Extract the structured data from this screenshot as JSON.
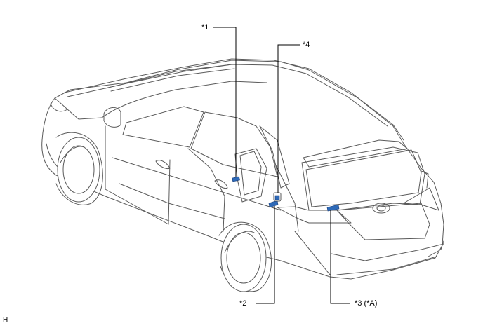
{
  "callouts": {
    "c1": "*1",
    "c2": "*2",
    "c3": "*3 (*A)",
    "c4": "*4"
  },
  "figure_code": "H",
  "colors": {
    "part_highlight": "#2e6ab8",
    "line": "#5a5a5a"
  }
}
